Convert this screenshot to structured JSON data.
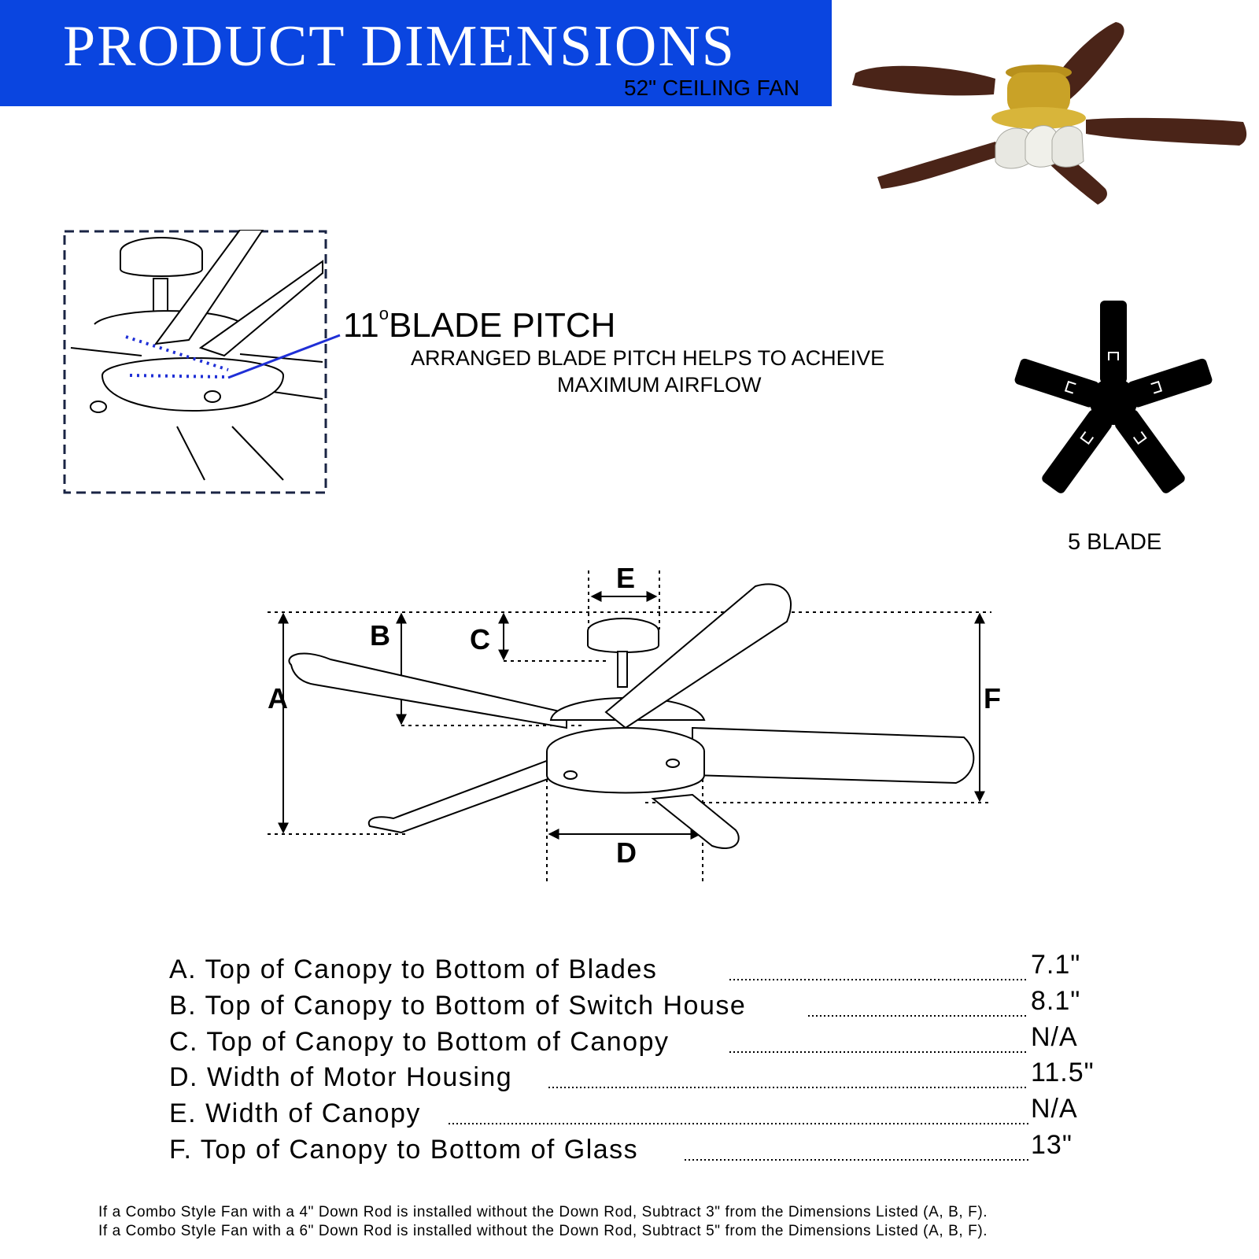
{
  "banner": {
    "title": "PRODUCT DIMENSIONS",
    "subtitle": "52\" CEILING FAN",
    "background_color": "#0a45e0"
  },
  "blade_pitch": {
    "angle": "11",
    "degree_symbol": "o",
    "label": "BLADE PITCH",
    "description_line1": "ARRANGED BLADE PITCH HELPS TO ACHEIVE",
    "description_line2": "MAXIMUM AIRFLOW",
    "indicator_color": "#1f2fd6"
  },
  "blade_count": {
    "label": "5 BLADE"
  },
  "diagram_labels": {
    "A": "A",
    "B": "B",
    "C": "C",
    "D": "D",
    "E": "E",
    "F": "F"
  },
  "dimensions": [
    {
      "label": "A. Top of Canopy to Bottom of Blades",
      "value": "7.1\""
    },
    {
      "label": "B. Top of Canopy to Bottom of Switch House",
      "value": "8.1\""
    },
    {
      "label": "C. Top of Canopy to Bottom of Canopy",
      "value": "N/A"
    },
    {
      "label": "D. Width of Motor Housing",
      "value": "11.5\""
    },
    {
      "label": "E. Width of Canopy",
      "value": "N/A"
    },
    {
      "label": "F. Top of Canopy to Bottom of Glass",
      "value": "13\""
    }
  ],
  "notes": [
    "If a Combo Style Fan with a 4\" Down Rod is installed without the Down Rod, Subtract 3\" from the Dimensions Listed (A, B, F).",
    "If a Combo Style Fan with a 6\" Down Rod is installed without the Down Rod, Subtract 5\" from the Dimensions Listed (A, B, F)."
  ],
  "product_photo": {
    "blade_color": "#4a2418",
    "housing_color": "#c9a227"
  }
}
